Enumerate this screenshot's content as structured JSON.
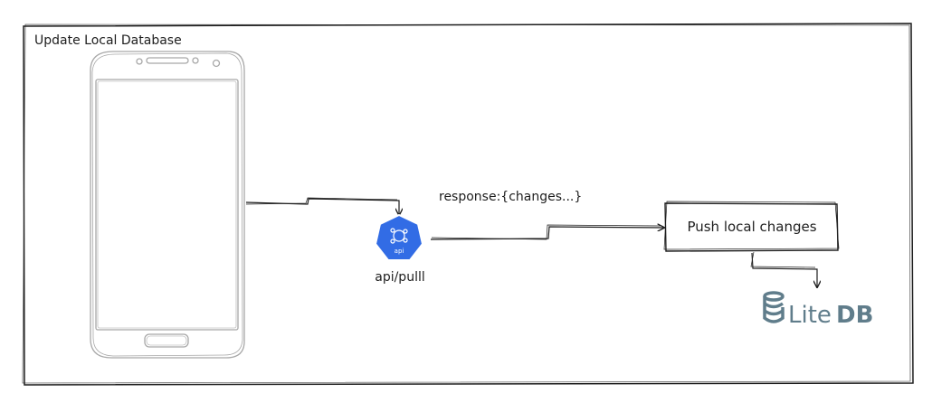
{
  "frame": {
    "title": "Update Local Database"
  },
  "api": {
    "icon_text": "api",
    "label": "api/pulll"
  },
  "response_label": "response:{changes...}",
  "push_box": {
    "label": "Push local changes"
  },
  "litedb": {
    "text_lite": "Lite",
    "text_db": "DB",
    "icon": "database-icon"
  },
  "phone": {
    "icon": "smartphone-icon"
  },
  "colors": {
    "stroke": "#1e1e1e",
    "phone_stroke": "#a8a8a8",
    "api_blue": "#326ce5",
    "litedb_gray": "#607d8b"
  }
}
